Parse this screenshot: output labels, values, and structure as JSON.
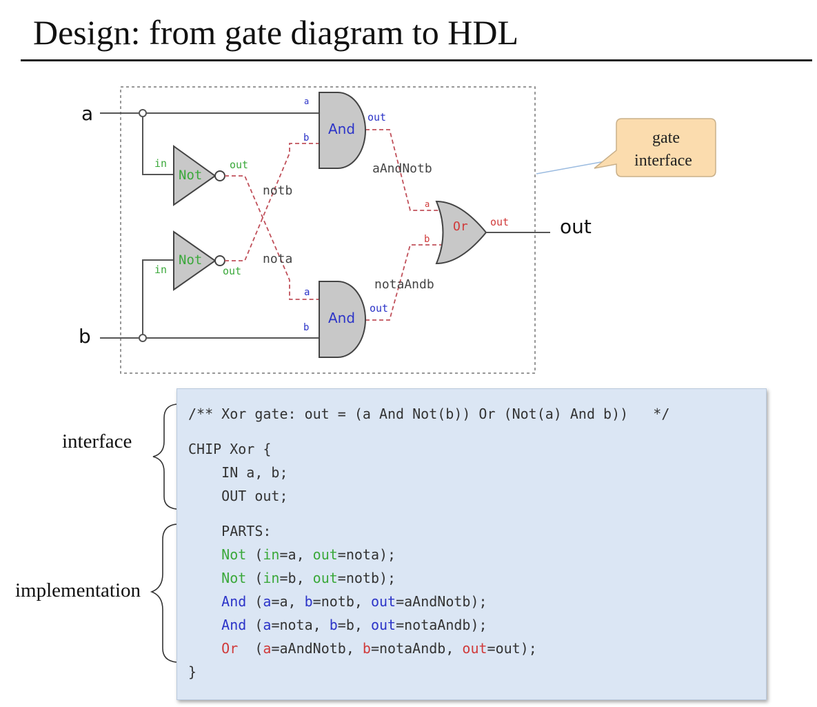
{
  "title": "Design: from gate diagram to HDL",
  "diagram": {
    "inputs": {
      "a": "a",
      "b": "b"
    },
    "output": "out",
    "gates": {
      "not1": {
        "name": "Not",
        "in": "in",
        "out": "out"
      },
      "not2": {
        "name": "Not",
        "in": "in",
        "out": "out"
      },
      "and1": {
        "name": "And",
        "a": "a",
        "b": "b",
        "out": "out"
      },
      "and2": {
        "name": "And",
        "a": "a",
        "b": "b",
        "out": "out"
      },
      "or1": {
        "name": "Or",
        "a": "a",
        "b": "b",
        "out": "out"
      }
    },
    "wires": {
      "notb": "notb",
      "nota": "nota",
      "aAndNotb": "aAndNotb",
      "notaAndb": "notaAndb"
    },
    "callout": {
      "line1": "gate",
      "line2": "interface"
    }
  },
  "labels": {
    "interface": "interface",
    "implementation": "implementation"
  },
  "code": {
    "comment": "/** Xor gate: out = (a And Not(b)) Or (Not(a) And b))   */",
    "chip": "CHIP Xor {",
    "in": "    IN a, b;",
    "out": "    OUT out;",
    "parts": "    PARTS:",
    "close": "}",
    "lines": [
      {
        "kw": "Not",
        "pad": " ",
        "segments": [
          "(",
          "in",
          "=a, ",
          "out",
          "=nota);"
        ]
      },
      {
        "kw": "Not",
        "pad": " ",
        "segments": [
          "(",
          "in",
          "=b, ",
          "out",
          "=notb);"
        ]
      },
      {
        "kw": "And",
        "pad": " ",
        "segments": [
          "(",
          "a",
          "=a, ",
          "b",
          "=notb, ",
          "out",
          "=aAndNotb);"
        ]
      },
      {
        "kw": "And",
        "pad": " ",
        "segments": [
          "(",
          "a",
          "=nota, ",
          "b",
          "=b, ",
          "out",
          "=notaAndb);"
        ]
      },
      {
        "kw": "Or",
        "pad": "  ",
        "segments": [
          "(",
          "a",
          "=aAndNotb, ",
          "b",
          "=notaAndb, ",
          "out",
          "=out);"
        ]
      }
    ]
  },
  "colors": {
    "not": "#3aa83a",
    "and": "#2c34c8",
    "or": "#d03a3a",
    "gate_fill": "#c8c8c8",
    "wire_dashed": "#c0505a",
    "callout_fill": "#fbdcae",
    "code_bg": "#dbe6f4"
  }
}
